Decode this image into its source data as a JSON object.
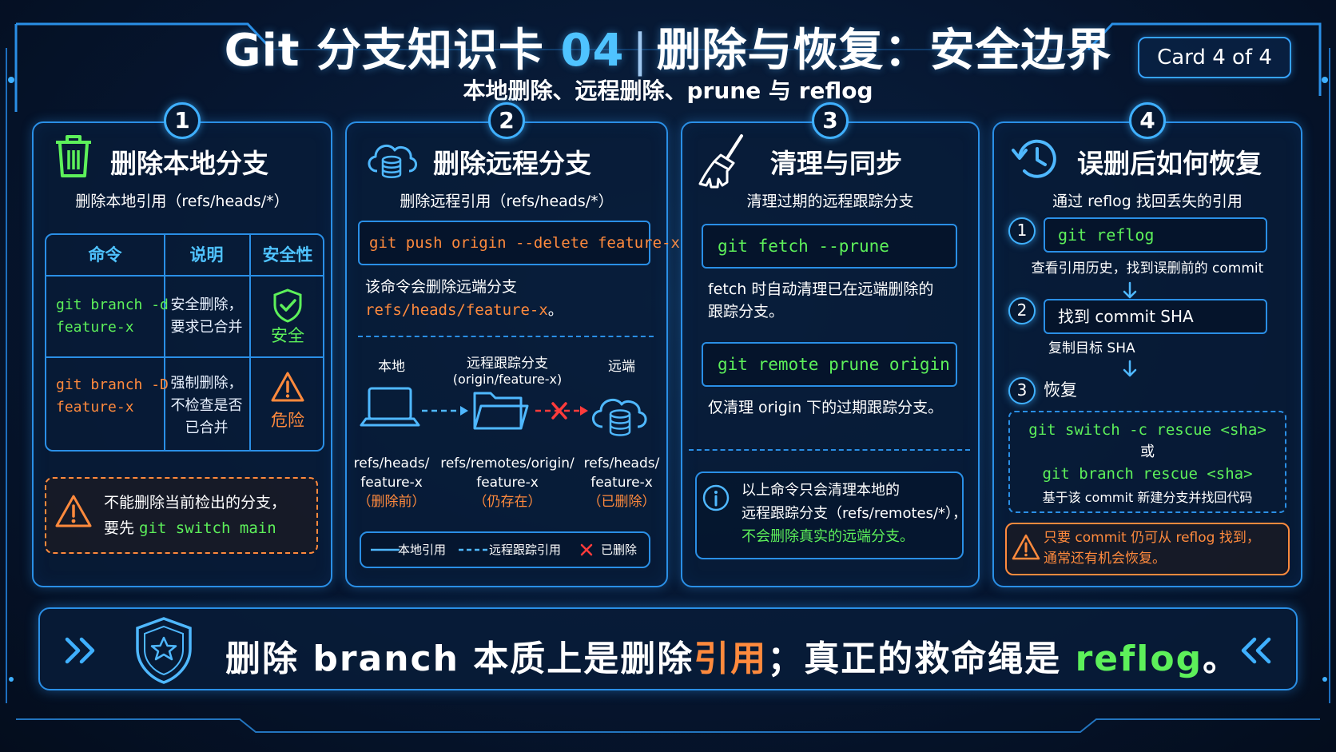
{
  "header": {
    "title_prefix": "Git 分支知识卡 ",
    "title_num": "04",
    "title_sep": "|",
    "title_suffix": "删除与恢复：安全边界",
    "subtitle": "本地删除、远程删除、prune 与 reflog",
    "card_badge": "Card 4 of 4"
  },
  "panel1": {
    "num": "1",
    "icon": "trash-icon",
    "title": "删除本地分支",
    "subtitle": "删除本地引用（refs/heads/*）",
    "table": {
      "headers": [
        "命令",
        "说明",
        "安全性"
      ],
      "rows": [
        {
          "cmd": [
            "git branch -d",
            "feature-x"
          ],
          "desc": [
            "安全删除，",
            "要求已合并"
          ],
          "safety": "安全",
          "safety_icon": "shield-check-icon"
        },
        {
          "cmd": [
            "git branch -D",
            "feature-x"
          ],
          "desc": [
            "强制删除，",
            "不检查是否",
            "已合并"
          ],
          "safety": "危险",
          "safety_icon": "warning-icon"
        }
      ]
    },
    "warning_line1": "不能删除当前检出的分支，",
    "warning_line2_prefix": "要先 ",
    "warning_line2_code": "git switch main"
  },
  "panel2": {
    "num": "2",
    "icon": "cloud-database-icon",
    "title": "删除远程分支",
    "subtitle": "删除远程引用（refs/heads/*）",
    "code": "git push origin --delete feature-x",
    "desc_line1": "该命令会删除远端分支",
    "desc_line2_code": "refs/heads/feature-x",
    "desc_line2_suffix": "。",
    "diagram": {
      "local_title": "本地",
      "tracking_title_1": "远程跟踪分支",
      "tracking_title_2": "(origin/feature-x)",
      "remote_title": "远端",
      "local_ref": [
        "refs/heads/",
        "feature-x"
      ],
      "local_state": "（删除前）",
      "tracking_ref": [
        "refs/remotes/origin/",
        "feature-x"
      ],
      "tracking_state": "（仍存在）",
      "remote_ref": [
        "refs/heads/",
        "feature-x"
      ],
      "remote_state": "（已删除）"
    },
    "legend": {
      "local": "本地引用",
      "tracking": "远程跟踪引用",
      "deleted": "已删除"
    }
  },
  "panel3": {
    "num": "3",
    "icon": "broom-icon",
    "title": "清理与同步",
    "subtitle": "清理过期的远程跟踪分支",
    "code1": "git fetch --prune",
    "desc1_line1": "fetch 时自动清理已在远端删除的",
    "desc1_line2": "跟踪分支。",
    "code2": "git remote prune origin",
    "desc2": "仅清理 origin 下的过期跟踪分支。",
    "info_line1": "以上命令只会清理本地的",
    "info_line2": "远程跟踪分支（refs/remotes/*），",
    "info_line3": "不会删除真实的远端分支。"
  },
  "panel4": {
    "num": "4",
    "icon": "history-clock-icon",
    "title": "误删后如何恢复",
    "subtitle": "通过 reflog 找回丢失的引用",
    "step1_num": "1",
    "step1_code": "git reflog",
    "step1_desc": "查看引用历史，找到误删前的 commit",
    "step2_num": "2",
    "step2_text": "找到 commit SHA",
    "step2_desc": "复制目标 SHA",
    "step3_num": "3",
    "step3_label": "恢复",
    "step3_code1": "git switch -c rescue <sha>",
    "step3_or": "或",
    "step3_code2": "git branch rescue <sha>",
    "step3_desc": "基于该 commit 新建分支并找回代码",
    "warning_line1": "只要 commit 仍可从 reflog 找到，",
    "warning_line2": "通常还有机会恢复。"
  },
  "footer": {
    "icon": "shield-star-icon",
    "part1": "删除 branch 本质上是删除",
    "highlight1": "引用",
    "part2": "；真正的救命绳是 ",
    "highlight2": "reflog",
    "part3": "。"
  },
  "colors": {
    "accent_blue": "#2a8fe6",
    "code_green": "#5df05a",
    "warn_orange": "#ff8a3d",
    "danger_red": "#ff3b3b",
    "background": "#061630"
  }
}
